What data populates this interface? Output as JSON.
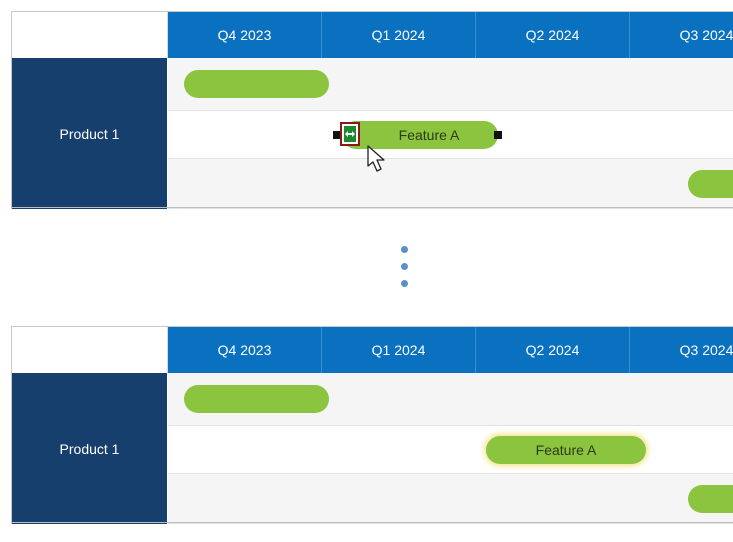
{
  "top_panel": {
    "quarters": [
      "Q4 2023",
      "Q1 2024",
      "Q2 2024",
      "Q3 2024"
    ],
    "product_label": "Product 1",
    "feature_label": "Feature A"
  },
  "bottom_panel": {
    "quarters": [
      "Q4 2023",
      "Q1 2024",
      "Q2 2024",
      "Q3 2024"
    ],
    "product_label": "Product 1",
    "feature_label": "Feature A"
  },
  "colors": {
    "header_blue": "#0a71c1",
    "product_navy": "#173f6d",
    "bar_green": "#8bc43f",
    "handle_red": "#8a1a1a",
    "drag_green": "#1e8a2f",
    "dot_blue": "#5b8fc9"
  },
  "icons": {
    "resize": "double-arrow-resize-icon",
    "cursor": "mouse-pointer-icon",
    "separator": "vertical-ellipsis-icon"
  }
}
